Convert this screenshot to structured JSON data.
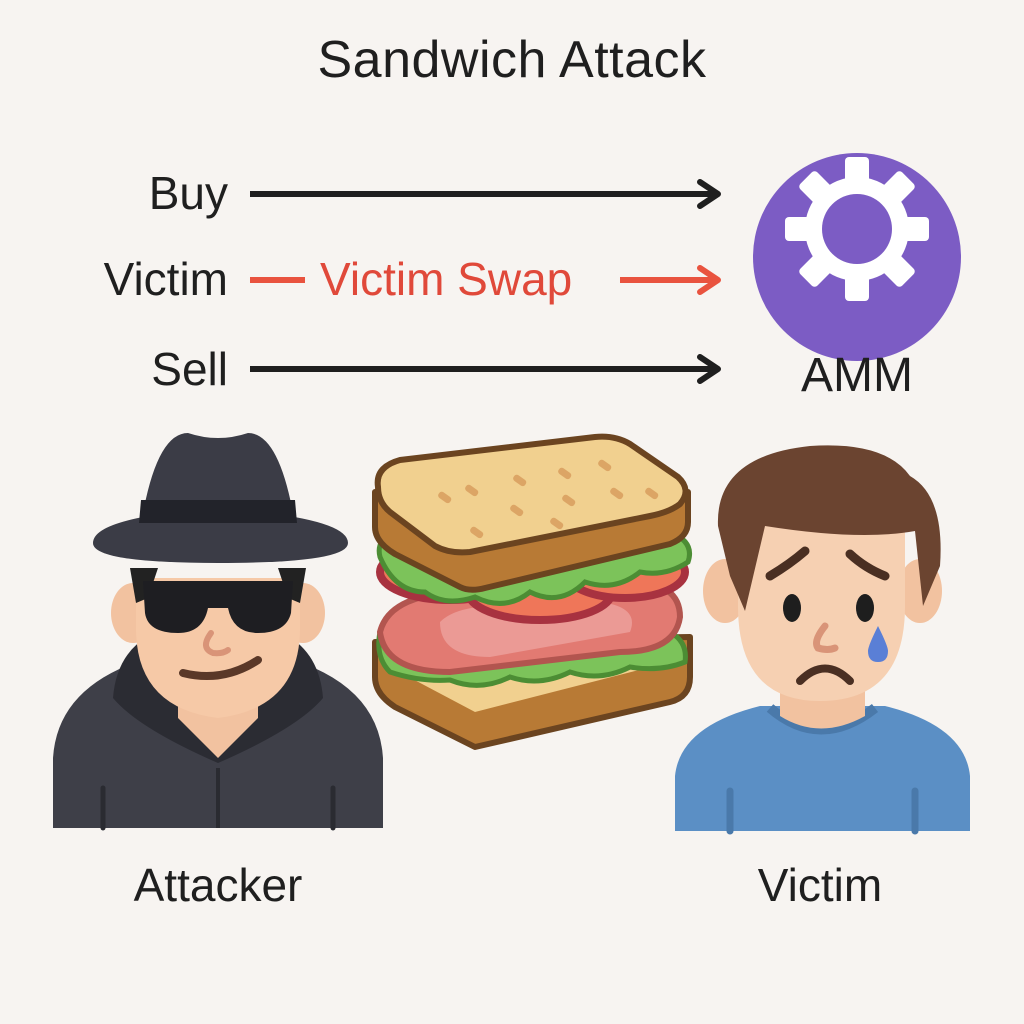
{
  "title": "Sandwich Attack",
  "flow": {
    "rows": [
      {
        "label": "Buy",
        "arrow_color": "#1f1f1f"
      },
      {
        "label": "Victim",
        "arrow_label": "Victim Swap",
        "arrow_color": "#e9533f"
      },
      {
        "label": "Sell",
        "arrow_color": "#1f1f1f"
      }
    ],
    "target": {
      "label": "AMM",
      "icon": "gear-icon",
      "color": "#7c5cc4"
    }
  },
  "figures": {
    "attacker": {
      "label": "Attacker",
      "icon": "spy-attacker-icon"
    },
    "sandwich": {
      "icon": "sandwich-icon"
    },
    "victim": {
      "label": "Victim",
      "icon": "sad-victim-icon"
    }
  },
  "colors": {
    "background": "#f7f4f1",
    "text": "#1f1f1f",
    "accent_red": "#e0493a",
    "amm_purple": "#7c5cc4",
    "victim_shirt": "#5b8fc5",
    "attacker_clothes": "#3e3f48"
  }
}
